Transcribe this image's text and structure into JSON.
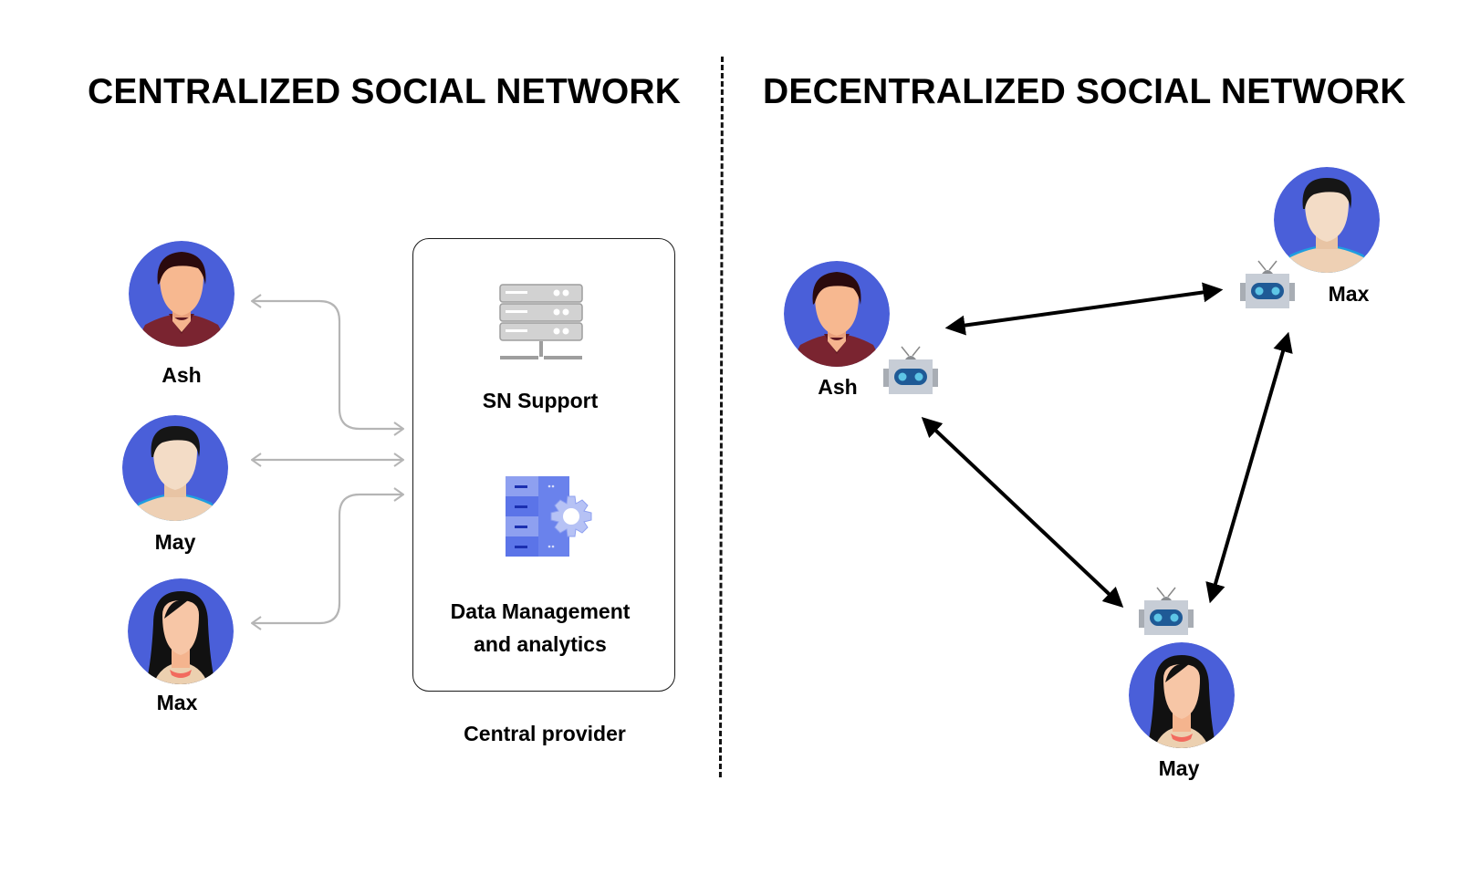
{
  "centralized": {
    "title": "CENTRALIZED SOCIAL NETWORK",
    "users": [
      {
        "name": "Ash",
        "avatar": "male-avatar-red-shirt-icon"
      },
      {
        "name": "May",
        "avatar": "male-avatar-blue-shirt-icon"
      },
      {
        "name": "Max",
        "avatar": "female-avatar-long-hair-icon"
      }
    ],
    "provider": {
      "caption": "Central provider",
      "services": [
        {
          "label": "SN Support",
          "icon": "server-rack-icon"
        },
        {
          "label_line1": "Data Management",
          "label_line2": "and analytics",
          "icon": "database-gear-icon"
        }
      ]
    }
  },
  "decentralized": {
    "title": "DECENTRALIZED SOCIAL NETWORK",
    "nodes": [
      {
        "name": "Ash",
        "avatar": "male-avatar-red-shirt-icon",
        "agent": "robot-icon"
      },
      {
        "name": "Max",
        "avatar": "male-avatar-blue-shirt-icon",
        "agent": "robot-icon"
      },
      {
        "name": "May",
        "avatar": "female-avatar-long-hair-icon",
        "agent": "robot-icon"
      }
    ],
    "links": [
      {
        "from": "Ash",
        "to": "Max",
        "type": "bidirectional"
      },
      {
        "from": "Ash",
        "to": "May",
        "type": "bidirectional"
      },
      {
        "from": "Max",
        "to": "May",
        "type": "bidirectional"
      }
    ]
  },
  "colors": {
    "avatar_bg": "#4a5fd9",
    "connector_gray": "#b5b5b5",
    "arrow_black": "#000000",
    "server_gray": "#c9c9c9",
    "db_blue": "#5b74e8",
    "robot_body": "#c7cdd6",
    "robot_visor": "#1f5a96",
    "robot_eye": "#5ec6e6"
  }
}
